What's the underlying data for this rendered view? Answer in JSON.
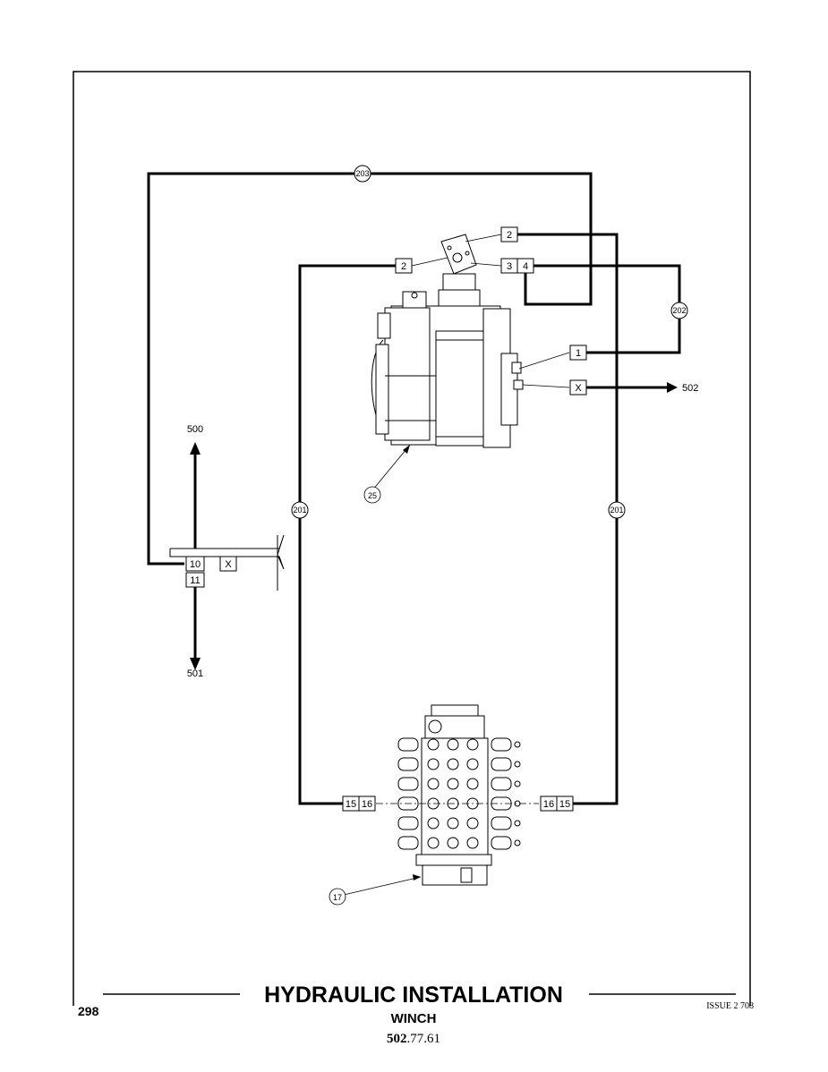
{
  "page": {
    "number": "298",
    "title": "HYDRAULIC INSTALLATION",
    "subtitle": "WINCH",
    "ref_bold": "502",
    "ref_rest": ".77.61",
    "issue": "ISSUE 2 708"
  },
  "hoses": {
    "h203": "203",
    "h202": "202",
    "h201_left": "201",
    "h201_right": "201"
  },
  "components": {
    "winch": "25",
    "valve": "17"
  },
  "ports": {
    "motor_top": "2",
    "motor_left": "2",
    "motor_3": "3",
    "motor_4": "4",
    "winch_1": "1",
    "winch_x": "X",
    "swivel_10": "10",
    "swivel_11": "11",
    "swivel_x": "X",
    "valve_l15": "15",
    "valve_l16": "16",
    "valve_r16": "16",
    "valve_r15": "15"
  },
  "destinations": {
    "to_502": "502",
    "to_500": "500",
    "to_501": "501"
  }
}
